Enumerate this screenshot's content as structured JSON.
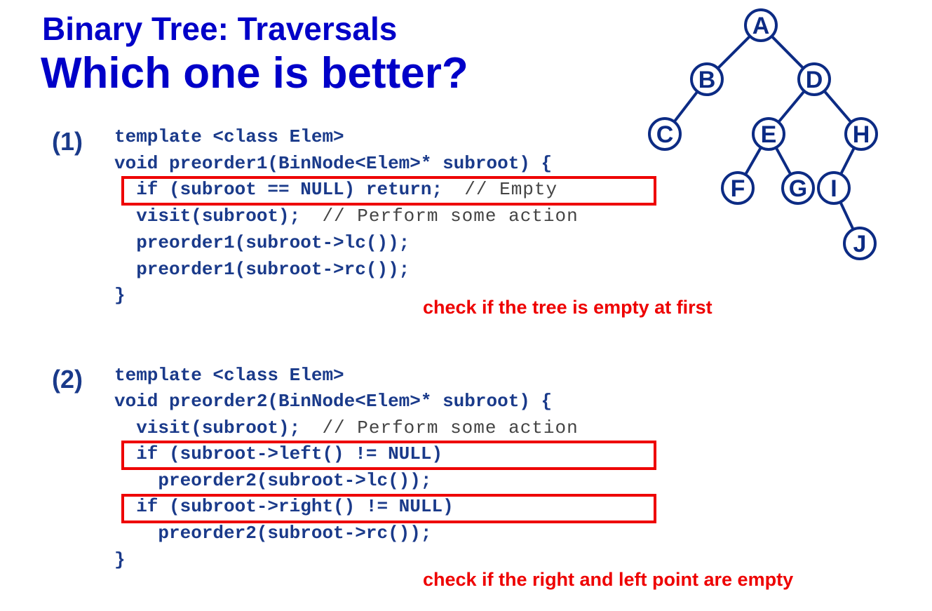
{
  "title": {
    "line1": "Binary Tree: Traversals",
    "line2": "Which one is better?"
  },
  "option1": {
    "number": "(1)",
    "code": [
      {
        "code": "template <class Elem>",
        "comment": ""
      },
      {
        "code": "void preorder1(BinNode<Elem>* subroot) {",
        "comment": ""
      },
      {
        "code": "  if (subroot == NULL) return;  ",
        "comment": "// Empty"
      },
      {
        "code": "  visit(subroot);  ",
        "comment": "// Perform some action"
      },
      {
        "code": "  preorder1(subroot->lc());",
        "comment": ""
      },
      {
        "code": "  preorder1(subroot->rc());",
        "comment": ""
      },
      {
        "code": "}",
        "comment": ""
      }
    ],
    "note": "check if the tree is empty at first"
  },
  "option2": {
    "number": "(2)",
    "code": [
      {
        "code": "template <class Elem>",
        "comment": ""
      },
      {
        "code": "void preorder2(BinNode<Elem>* subroot) {",
        "comment": ""
      },
      {
        "code": "  visit(subroot);  ",
        "comment": "// Perform some action"
      },
      {
        "code": "  if (subroot->left() != NULL)",
        "comment": ""
      },
      {
        "code": "    preorder2(subroot->lc());",
        "comment": ""
      },
      {
        "code": "  if (subroot->right() != NULL)",
        "comment": ""
      },
      {
        "code": "    preorder2(subroot->rc());",
        "comment": ""
      },
      {
        "code": "}",
        "comment": ""
      }
    ],
    "note": "check if the right and left point are empty"
  },
  "tree": {
    "nodes": [
      {
        "id": "A",
        "label": "A"
      },
      {
        "id": "B",
        "label": "B"
      },
      {
        "id": "D",
        "label": "D"
      },
      {
        "id": "C",
        "label": "C"
      },
      {
        "id": "E",
        "label": "E"
      },
      {
        "id": "H",
        "label": "H"
      },
      {
        "id": "F",
        "label": "F"
      },
      {
        "id": "G",
        "label": "G"
      },
      {
        "id": "I",
        "label": "I"
      },
      {
        "id": "J",
        "label": "J"
      }
    ],
    "edges": [
      [
        "A",
        "B"
      ],
      [
        "A",
        "D"
      ],
      [
        "B",
        "C"
      ],
      [
        "D",
        "E"
      ],
      [
        "D",
        "H"
      ],
      [
        "E",
        "F"
      ],
      [
        "E",
        "G"
      ],
      [
        "H",
        "I"
      ],
      [
        "I",
        "J"
      ]
    ],
    "color": "#0c2b84"
  },
  "colors": {
    "title": "#0000c8",
    "code": "#1a3a8a",
    "highlight": "#ee0000"
  }
}
